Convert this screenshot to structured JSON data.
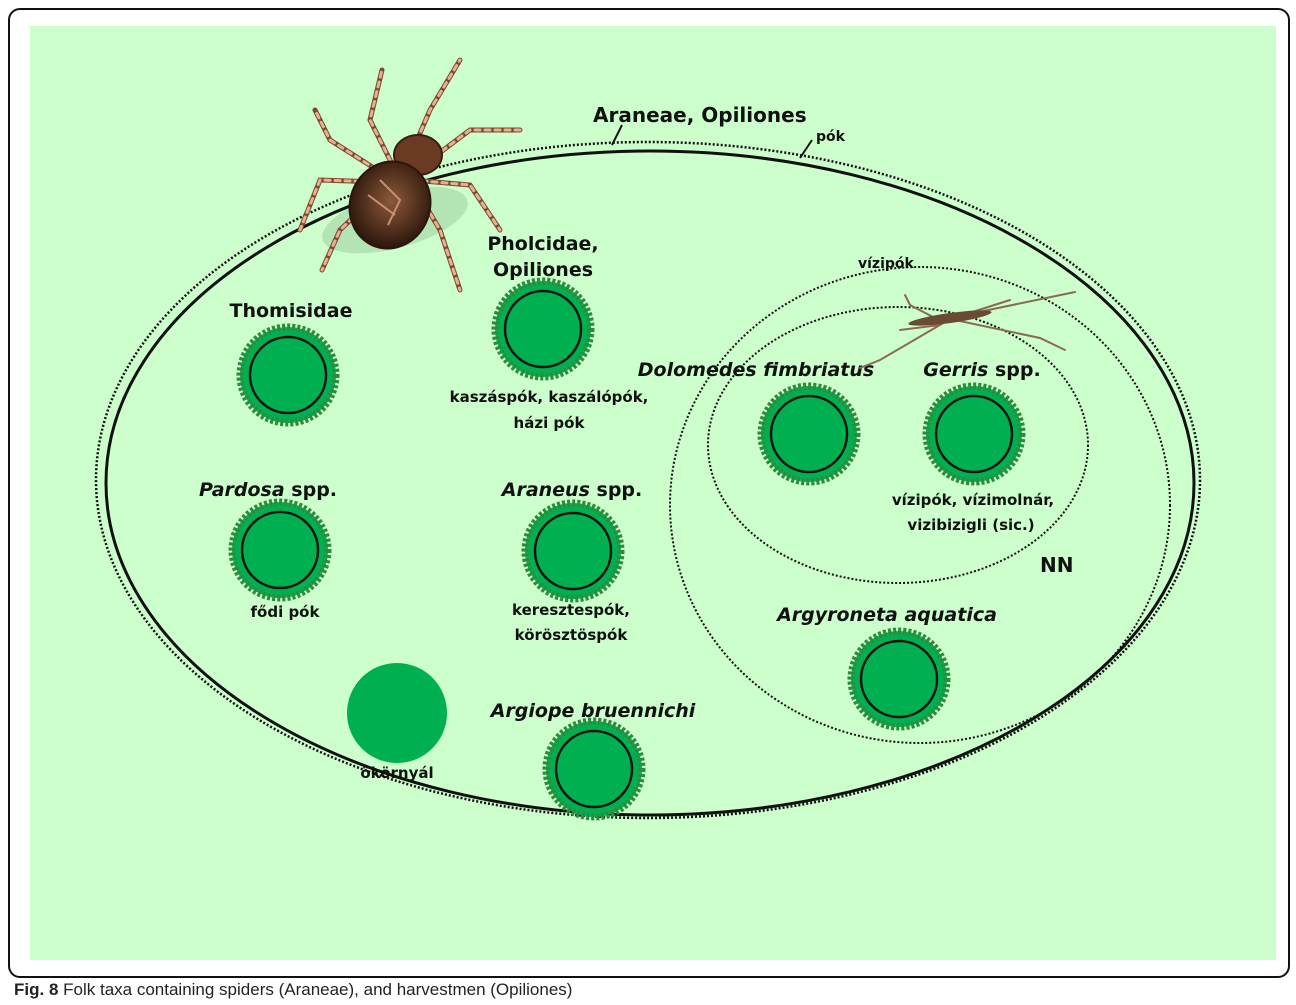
{
  "diagram": {
    "outer": {
      "title": "Araneae, Opiliones",
      "folk_name": "pók"
    },
    "group_vizipok": {
      "label": "vízipók"
    },
    "group_nn": {
      "label": "NN"
    },
    "taxa": [
      {
        "id": "thomisidae",
        "sci": "Thomisidae",
        "italic": false,
        "folk": []
      },
      {
        "id": "pholcidae",
        "sci": "Pholcidae,",
        "sci2": "Opiliones",
        "italic": false,
        "folk": [
          "kaszáspók, kaszálópók,",
          "házi pók"
        ]
      },
      {
        "id": "pardosa",
        "sci_italic": "Pardosa",
        "sci_suffix": " spp.",
        "folk": [
          "fődi pók"
        ]
      },
      {
        "id": "araneus",
        "sci_italic": "Araneus",
        "sci_suffix": " spp.",
        "folk": [
          "keresztespók,",
          "körösztöspók"
        ]
      },
      {
        "id": "okornyal",
        "folk": [
          "ökörnyál"
        ]
      },
      {
        "id": "argiope",
        "sci_italic": "Argiope bruennichi",
        "folk": []
      },
      {
        "id": "dolomedes",
        "sci_italic": "Dolomedes fimbriatus",
        "folk": []
      },
      {
        "id": "gerris",
        "sci_italic": "Gerris",
        "sci_suffix": " spp.",
        "folk": [
          "vízipók, vízimolnár,",
          "vizibizigli (sic.)"
        ]
      },
      {
        "id": "argyroneta",
        "sci_italic": "Argyroneta aquatica",
        "folk": []
      }
    ],
    "colors": {
      "background": "#ccffcc",
      "node_fill": "#00b050",
      "node_ring": "#33a650"
    }
  },
  "caption": {
    "fig": "Fig. 8",
    "text": " Folk taxa containing spiders (Araneae), and harvestmen (Opiliones)"
  }
}
